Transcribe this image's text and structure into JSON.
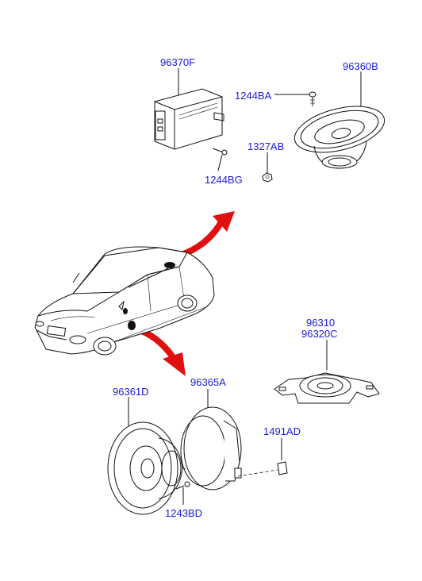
{
  "diagram": {
    "labels": {
      "amp": "96370F",
      "screw_amp": "1244BG",
      "screw_speaker": "1244BA",
      "nut": "1327AB",
      "rear_speaker": "96360B",
      "center_speaker_1": "96310",
      "center_speaker_2": "96320C",
      "front_speaker": "96361D",
      "speaker_cover": "96365A",
      "tweeter_clip": "1491AD",
      "screw_front": "1243BD"
    },
    "colors": {
      "label": "#1a1adc",
      "arrow": "#e01010",
      "line": "#111111"
    }
  }
}
